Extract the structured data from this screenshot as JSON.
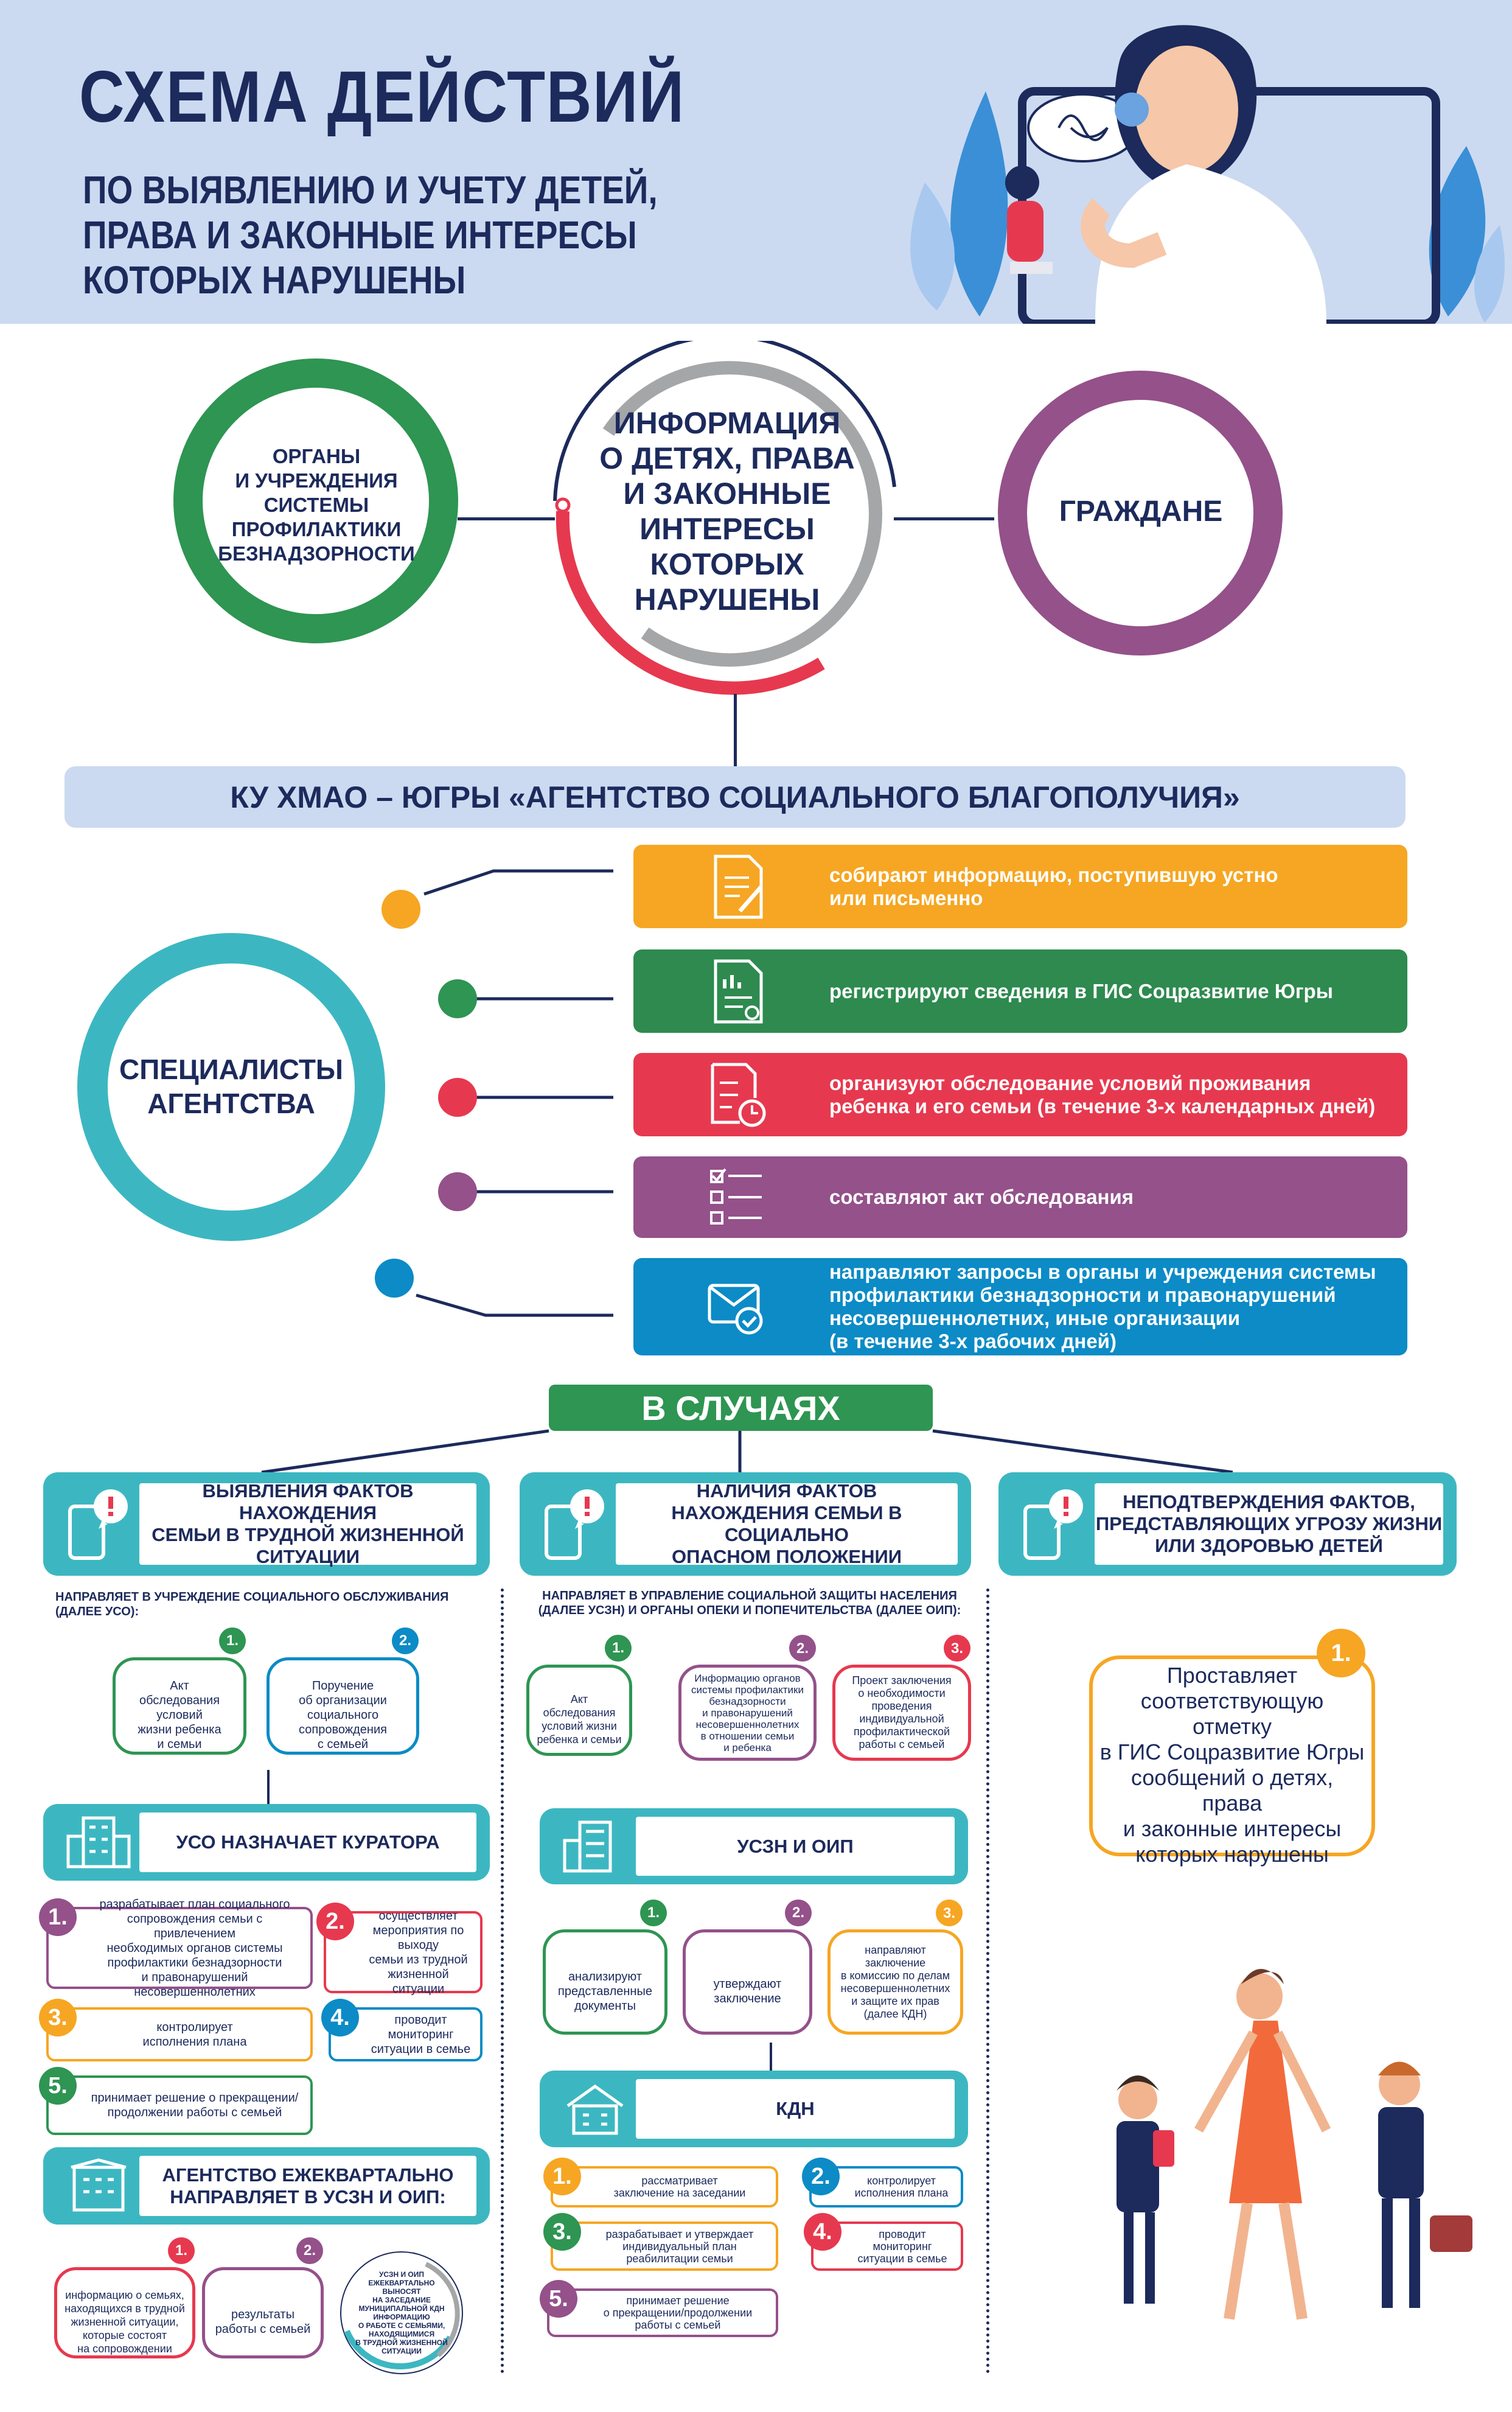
{
  "header": {
    "title": "СХЕМА ДЕЙСТВИЙ",
    "subtitle": "ПО ВЫЯВЛЕНИЮ И УЧЕТУ ДЕТЕЙ,\nПРАВА И ЗАКОННЫЕ ИНТЕРЕСЫ\nКОТОРЫХ НАРУШЕНЫ"
  },
  "sources": {
    "left": "ОРГАНЫ\nИ УЧРЕЖДЕНИЯ\nСИСТЕМЫ\nПРОФИЛАКТИКИ\nБЕЗНАДЗОРНОСТИ",
    "center": "ИНФОРМАЦИЯ\nО ДЕТЯХ, ПРАВА\nИ ЗАКОННЫЕ\nИНТЕРЕСЫ\nКОТОРЫХ\nНАРУШЕНЫ",
    "right": "ГРАЖДАНЕ"
  },
  "agency": "КУ ХМАО – ЮГРЫ «АГЕНТСТВО СОЦИАЛЬНОГО БЛАГОПОЛУЧИЯ»",
  "specialists": "СПЕЦИАЛИСТЫ\nАГЕНТСТВА",
  "actions": [
    {
      "text": "собирают информацию, поступившую устно\nили письменно",
      "color": "#f6a623",
      "icon": "document-pen-icon"
    },
    {
      "text": "регистрируют сведения в ГИС Соцразвитие Югры",
      "color": "#2e8a4f",
      "icon": "report-icon"
    },
    {
      "text": "организуют обследование условий проживания\nребенка и его семьи (в течение 3-х календарных дней)",
      "color": "#e6394f",
      "icon": "checklist-clock-icon"
    },
    {
      "text": "составляют акт обследования",
      "color": "#94518a",
      "icon": "checklist-icon"
    },
    {
      "text": "направляют запросы в органы и учреждения системы\nпрофилактики безнадзорности и правонарушений\nнесовершеннолетних, иные организации\n(в течение 3-х рабочих дней)",
      "color": "#0c8bc6",
      "icon": "envelope-check-icon"
    }
  ],
  "cases_label": "В СЛУЧАЯХ",
  "cases": [
    {
      "title": "ВЫЯВЛЕНИЯ ФАКТОВ НАХОЖДЕНИЯ\nСЕМЬИ В ТРУДНОЙ ЖИЗНЕННОЙ\nСИТУАЦИИ"
    },
    {
      "title": "НАЛИЧИЯ ФАКТОВ\nНАХОЖДЕНИЯ СЕМЬИ В СОЦИАЛЬНО\nОПАСНОМ ПОЛОЖЕНИИ"
    },
    {
      "title": "НЕПОДТВЕРЖДЕНИЯ ФАКТОВ,\nПРЕДСТАВЛЯЮЩИХ УГРОЗУ ЖИЗНИ\nИЛИ ЗДОРОВЬЮ ДЕТЕЙ"
    }
  ],
  "left_col": {
    "directs": "НАПРАВЛЯЕТ В УЧРЕЖДЕНИЕ СОЦИАЛЬНОГО ОБСЛУЖИВАНИЯ (ДАЛЕЕ УСО):",
    "docs": [
      {
        "n": "1.",
        "text": "Акт\nобследования\nусловий\nжизни ребенка\nи семьи"
      },
      {
        "n": "2.",
        "text": "Поручение\nоб организации\nсоциального\nсопровождения\nс семьей"
      }
    ],
    "curator": "УСО НАЗНАЧАЕТ КУРАТОРА",
    "steps": [
      {
        "n": "1.",
        "text": "разрабатывает план социального\nсопровождения семьи с привлечением\nнеобходимых органов системы\nпрофилактики безнадзорности\nи правонарушений несовершеннолетних"
      },
      {
        "n": "2.",
        "text": "осуществляет\nмероприятия по выходу\nсемьи из трудной\nжизненной ситуации"
      },
      {
        "n": "3.",
        "text": "контролирует\nисполнения плана"
      },
      {
        "n": "4.",
        "text": "проводит\nмониторинг\nситуации в семье"
      },
      {
        "n": "5.",
        "text": "принимает решение о прекращении/\nпродолжении работы с семьей"
      }
    ],
    "quarterly": "АГЕНТСТВО ЕЖЕКВАРТАЛЬНО\nНАПРАВЛЯЕТ В УСЗН И ОИП:",
    "reports": [
      {
        "n": "1.",
        "text": "информацию о семьях,\nнаходящихся в трудной\nжизненной ситуации,\nкоторые состоят\nна сопровождении"
      },
      {
        "n": "2.",
        "text": "результаты\nработы с семьей"
      }
    ],
    "circle_note": "УСЗН И ОИП\nЕЖЕКВАРТАЛЬНО\nВЫНОСЯТ\nНА ЗАСЕДАНИЕ\nМУНИЦИПАЛЬНОЙ КДН\nИНФОРМАЦИЮ\nО РАБОТЕ С СЕМЬЯМИ,\nНАХОДЯЩИМИСЯ\nВ ТРУДНОЙ ЖИЗНЕННОЙ\nСИТУАЦИИ"
  },
  "mid_col": {
    "directs": "НАПРАВЛЯЕТ В УПРАВЛЕНИЕ СОЦИАЛЬНОЙ ЗАЩИТЫ НАСЕЛЕНИЯ\n(ДАЛЕЕ УСЗН) И ОРГАНЫ ОПЕКИ И ПОПЕЧИТЕЛЬСТВА (ДАЛЕЕ ОИП):",
    "docs": [
      {
        "n": "1.",
        "text": "Акт обследования\nусловий жизни\nребенка и семьи"
      },
      {
        "n": "2.",
        "text": "Информацию органов\nсистемы профилактики\nбезнадзорности\nи правонарушений\nнесовершеннолетних\nв отношении семьи\nи ребенка"
      },
      {
        "n": "3.",
        "text": "Проект заключения\nо необходимости\nпроведения\nиндивидуальной\nпрофилактической\nработы с семьей"
      }
    ],
    "uszn": "УСЗН И ОИП",
    "uszn_steps": [
      {
        "n": "1.",
        "text": "анализируют\nпредставленные\nдокументы"
      },
      {
        "n": "2.",
        "text": "утверждают\nзаключение"
      },
      {
        "n": "3.",
        "text": "направляют\nзаключение\nв комиссию по делам\nнесовершеннолетних\nи защите их прав\n(далее КДН)"
      }
    ],
    "kdn": "КДН",
    "kdn_steps": [
      {
        "n": "1.",
        "text": "рассматривает\nзаключение на заседании"
      },
      {
        "n": "2.",
        "text": "контролирует\nисполнения плана"
      },
      {
        "n": "3.",
        "text": "разрабатывает и утверждает\nиндивидуальный план\nреабилитации семьи"
      },
      {
        "n": "4.",
        "text": "проводит\nмониторинг\nситуации в семье"
      },
      {
        "n": "5.",
        "text": "принимает решение\nо прекращении/продолжении\nработы с семьей"
      }
    ]
  },
  "right_col": {
    "n": "1.",
    "text": "Проставляет\nсоответствующую отметку\nв ГИС Соцразвитие Югры\nсообщений о детях, права\nи законные интересы\nкоторых нарушены"
  },
  "colors": {
    "navy": "#1c2a5c",
    "teal": "#3cb7c1",
    "green": "#2e9552",
    "red": "#e6394f",
    "purple": "#94518a",
    "orange": "#f6a623",
    "blue": "#0c8bc6",
    "light": "#cbdaf1"
  }
}
